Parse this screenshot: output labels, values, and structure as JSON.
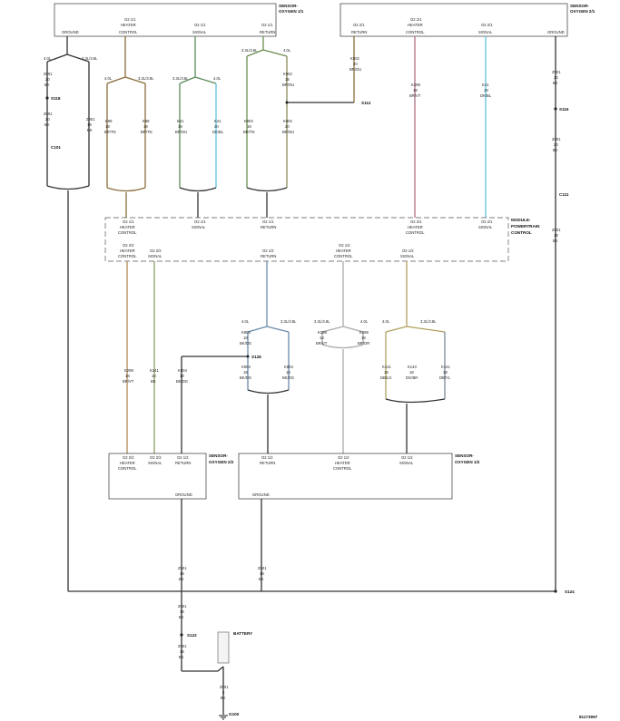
{
  "diagram": {
    "sensor_11": {
      "title": "SENSOR-",
      "subtitle": "OXYGEN 1/1"
    },
    "sensor_21": {
      "title": "SENSOR-",
      "subtitle": "OXYGEN 2/1"
    },
    "sensor_20": {
      "title": "SENSOR-",
      "subtitle": "OXYGEN 2/2"
    },
    "sensor_12": {
      "title": "SENSOR-",
      "subtitle": "OXYGEN 1/2"
    },
    "pcm": {
      "title": "MODULE-",
      "line2": "POWERTRAIN",
      "line3": "CONTROL"
    },
    "battery": "BATTERY",
    "splices": {
      "s118": "S118",
      "s112": "S112",
      "s128": "S128",
      "s124": "S124",
      "s122": "S122",
      "s116": "S116"
    },
    "connectors": {
      "c101": "C101",
      "c111": "C111"
    },
    "ground": "G100",
    "fig_id": "81173997",
    "labels": {
      "o2_11": "O2 1/1",
      "o2_21": "O2 2/1",
      "o2_20": "O2 2/2",
      "o2_12": "O2 1/2",
      "heater": "HEATER",
      "control": "CONTROL",
      "signal": "SIGNAL",
      "return": "RETURN",
      "ground": "GROUND",
      "z901": "Z901",
      "k902": "K902",
      "k904": "K904",
      "k99": "K99",
      "k41": "K41",
      "k299": "K299",
      "k241": "K241",
      "k298": "K298",
      "k141": "K141",
      "k143": "K143",
      "bk": "BK",
      "br_vt": "BR/VT",
      "br_tn": "BR/TN",
      "bk_dg": "BK/DG",
      "br_ou": "BR/OU",
      "dk_bl": "DK/BL",
      "dbgn_lg": "DB/LG",
      "dg_br": "DG/BR",
      "dbyl": "DB/YL",
      "br_or": "BR/OR",
      "20": "20",
      "18": "18",
      "19": "19",
      "8": "8",
      "gl": "4.0L",
      "sl": "3.3L/3.8L",
      "sl2": "2.5L/3.5L"
    }
  }
}
